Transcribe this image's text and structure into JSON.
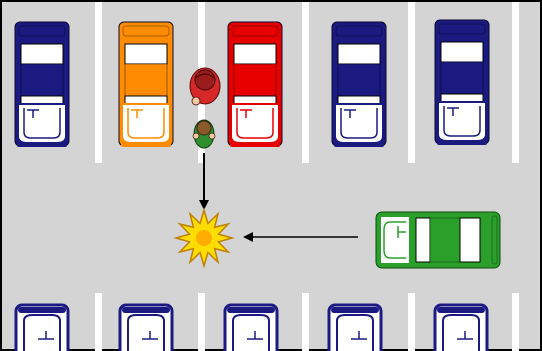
{
  "scene": {
    "background": "#d4d4d4",
    "border": "#000000",
    "stall_line_color": "#ffffff",
    "arrow_color": "#000000",
    "cars_top_row": [
      {
        "color": "#1a1a80",
        "label": "navy-car"
      },
      {
        "color": "#ff8c00",
        "label": "orange-car"
      },
      {
        "color": "#e60000",
        "label": "red-car"
      },
      {
        "color": "#1a1a80",
        "label": "navy-car"
      },
      {
        "color": "#1a1a80",
        "label": "navy-car"
      }
    ],
    "cars_bottom_row": [
      {
        "color": "#1a1a80",
        "label": "navy-car"
      },
      {
        "color": "#1a1a80",
        "label": "navy-car"
      },
      {
        "color": "#1a1a80",
        "label": "navy-car"
      },
      {
        "color": "#1a1a80",
        "label": "navy-car"
      },
      {
        "color": "#1a1a80",
        "label": "navy-car"
      }
    ],
    "moving_car": {
      "color": "#2aa02a",
      "direction": "left"
    },
    "pedestrians": [
      {
        "name": "adult",
        "hair": "#9b1c1c",
        "shirt": "#d62828"
      },
      {
        "name": "child",
        "hair": "#8b5a2b",
        "shirt": "#2f8f2f"
      }
    ],
    "collision": {
      "fill": "#ffdd00",
      "core": "#ff9900",
      "stroke": "#c08000"
    }
  }
}
